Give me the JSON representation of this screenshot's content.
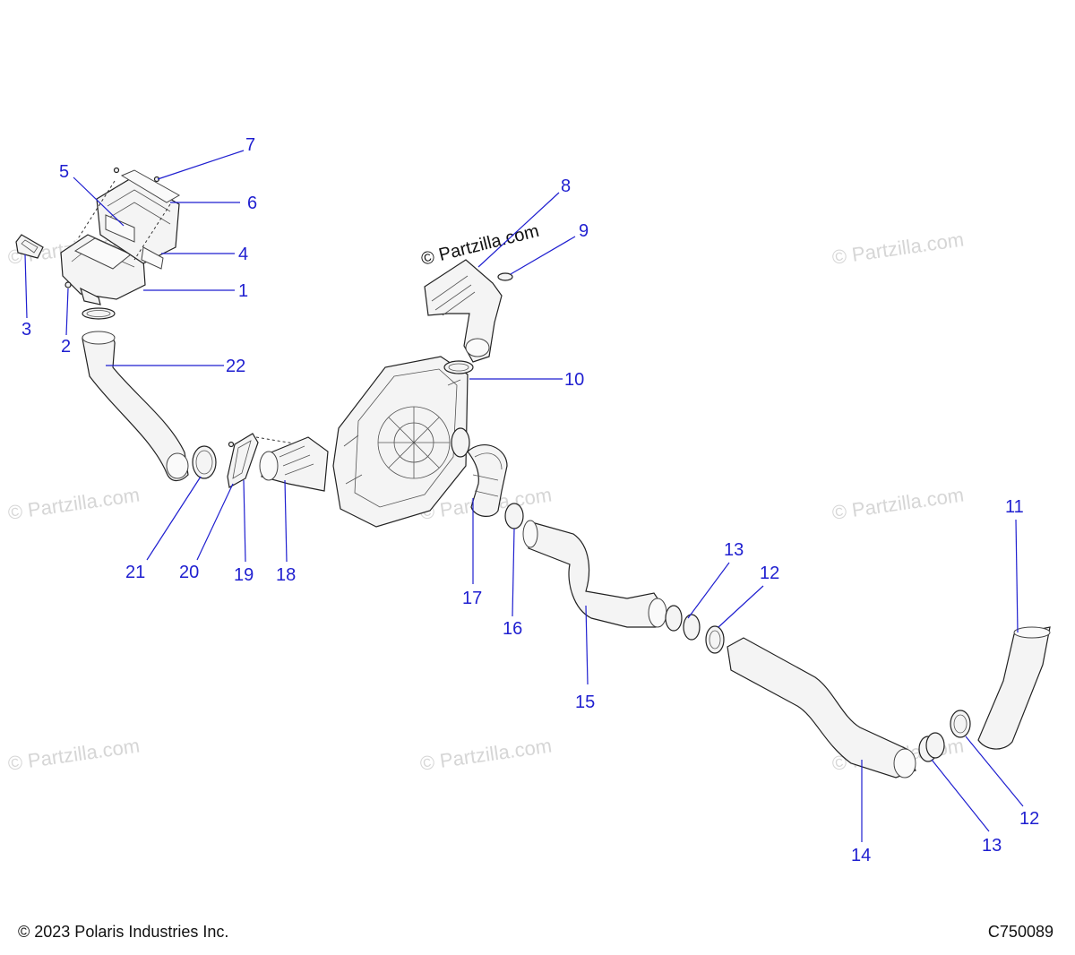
{
  "brand_watermark": "© Partzilla.com",
  "background_watermark": "© Partzilla.com",
  "copyright": "© 2023 Polaris Industries Inc.",
  "drawing_code": "C750089",
  "callouts": {
    "c1": "1",
    "c2": "2",
    "c3": "3",
    "c4": "4",
    "c5": "5",
    "c6": "6",
    "c7": "7",
    "c8": "8",
    "c9": "9",
    "c10": "10",
    "c11": "11",
    "c12a": "12",
    "c12b": "12",
    "c13a": "13",
    "c13b": "13",
    "c14": "14",
    "c15": "15",
    "c16": "16",
    "c17": "17",
    "c18": "18",
    "c19": "19",
    "c20": "20",
    "c21": "21",
    "c22": "22"
  },
  "colors": {
    "callout": "#1f1fd0",
    "watermark": "#d6d6d6"
  }
}
